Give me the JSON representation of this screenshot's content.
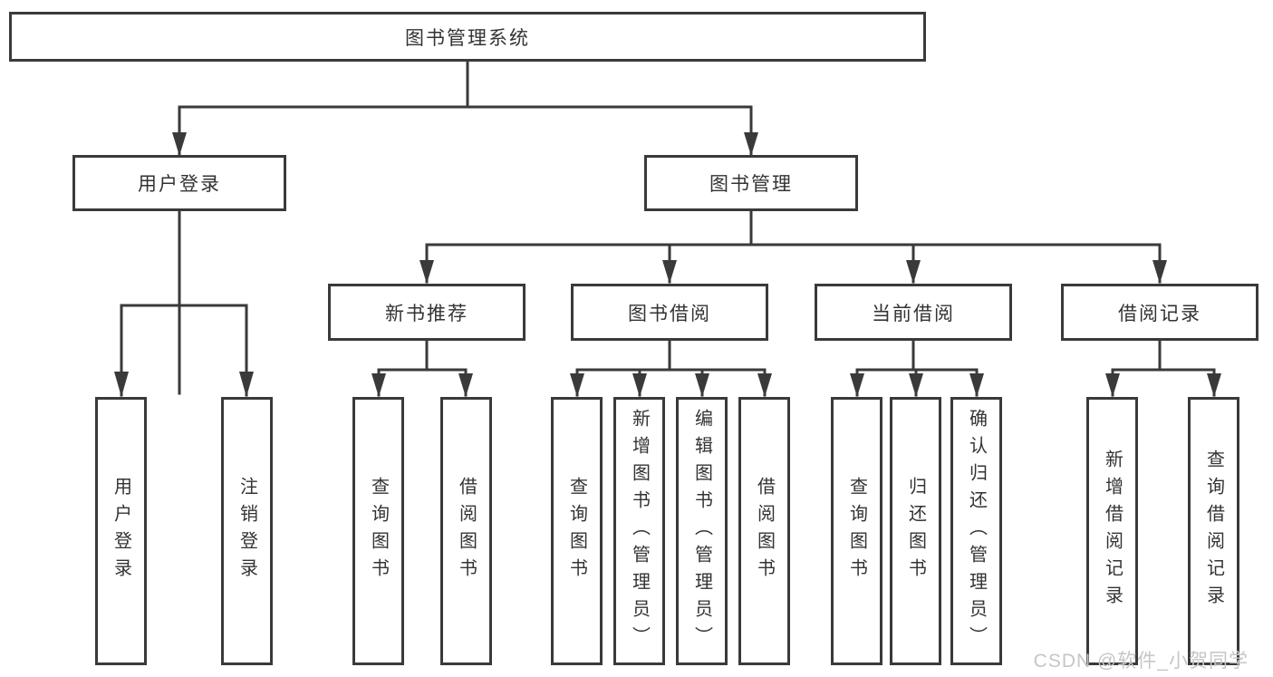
{
  "chart": {
    "root": "图书管理系统",
    "level2": {
      "user_login": "用户登录",
      "book_management": "图书管理"
    },
    "level3": {
      "new_book_recommend": "新书推荐",
      "book_borrowing": "图书借阅",
      "current_borrowing": "当前借阅",
      "borrow_records": "借阅记录"
    },
    "leaves": {
      "login_user_login": "用户登录",
      "login_logout": "注销登录",
      "recommend_query_books": "查询图书",
      "recommend_borrow_books": "借阅图书",
      "borrowing_query_books": "查询图书",
      "borrowing_add_books_admin": "新增图书（管理员）",
      "borrowing_edit_books_admin": "编辑图书（管理员）",
      "borrowing_borrow_books": "借阅图书",
      "current_query_books": "查询图书",
      "current_return_books": "归还图书",
      "current_confirm_return_admin": "确认归还（管理员）",
      "records_add_record": "新增借阅记录",
      "records_query_record": "查询借阅记录"
    }
  },
  "watermark": "CSDN @软件_小贺同学",
  "colors": {
    "line": "#3a3a3a",
    "text": "#333333",
    "box_background": "#ffffff",
    "watermark": "#c6c6c6"
  }
}
